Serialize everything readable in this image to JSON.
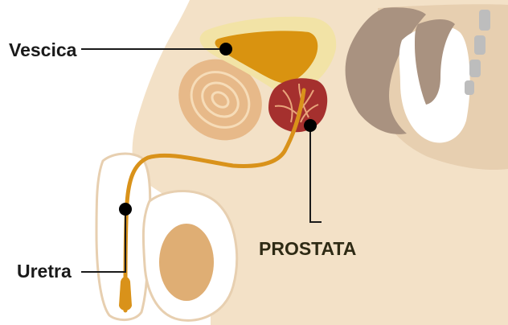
{
  "labels": {
    "bladder": "Vescica",
    "urethra": "Uretra",
    "prostate": "PROSTATA"
  },
  "colors": {
    "background": "#ffffff",
    "skin": "#f3e1c7",
    "outline": "#e7cfb0",
    "pubic_bone": "#e7b989",
    "bladder_outer": "#f2e3a6",
    "bladder_inner": "#d99310",
    "urethra": "#d9921a",
    "prostate": "#a5302e",
    "prostate_lines": "#e8a47a",
    "rectum": "#a99280",
    "testis": "#dfae74",
    "leader_line": "#1a1a1a",
    "marker": "#000000",
    "label_text": "#1a1a1a",
    "prostate_label_text": "#2e2a14"
  }
}
